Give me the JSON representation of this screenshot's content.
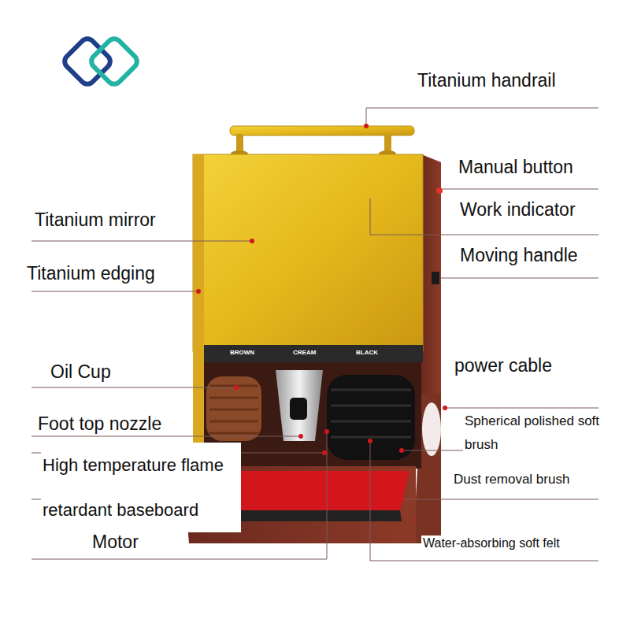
{
  "diagram": {
    "labels": [
      "Titanium handrail",
      "Manual button",
      "Work indicator",
      "Titanium mirror",
      "Moving handle",
      "Titanium edging",
      "Oil Cup",
      "power cable",
      "Foot top nozzle",
      "Spherical polished soft brush",
      "High temperature flame retardant baseboard",
      "Dust removal brush",
      "Motor",
      "Water-absorbing soft felt",
      "BROWN",
      "CREAM",
      "BLACK"
    ]
  }
}
